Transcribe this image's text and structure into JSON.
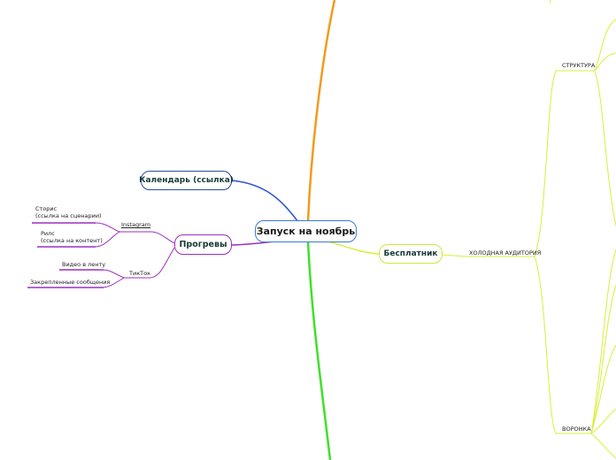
{
  "root": {
    "label": "Запуск на ноябрь"
  },
  "branches": {
    "calendar": {
      "label": "Календарь (ссылка)"
    },
    "progrevy": {
      "label": "Прогревы",
      "instagram": {
        "label": "Instagram",
        "items": [
          {
            "line1": "Сторис",
            "line2": "(ссылка на сценарии)"
          },
          {
            "line1": "Рилс",
            "line2": "(ссылка на контент)"
          }
        ]
      },
      "tiktok": {
        "label": "ТикТок",
        "items": [
          "Видео в ленту",
          "Закрепленные сообщения"
        ]
      }
    },
    "besplatnik": {
      "label": "Бесплатник",
      "audience": {
        "label": "ХОЛОДНАЯ АУДИТОРИЯ",
        "children": [
          "СТРУКТУРА",
          "ВОРОНКА"
        ]
      }
    }
  },
  "colors": {
    "root_border": "#3a7bd5",
    "calendar": "#2a4fa0",
    "progrevy": "#9b2fc0",
    "besplatnik": "#c9ea3a",
    "orange_branch": "#f39a1e",
    "green_branch": "#3fe02a"
  }
}
